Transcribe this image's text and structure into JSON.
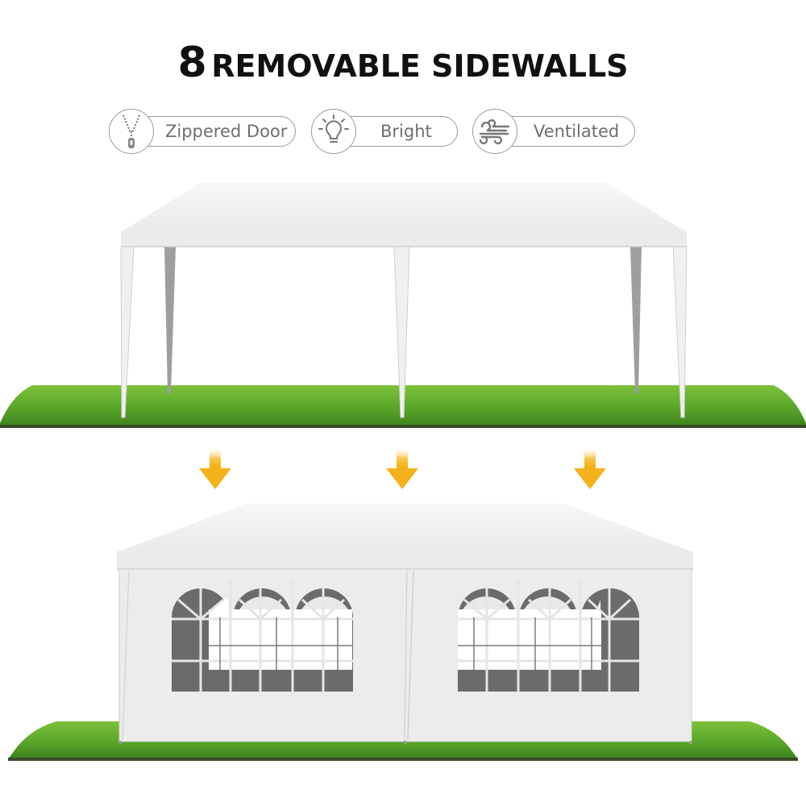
{
  "header": {
    "title_number": "8",
    "title_text": "REMOVABLE SIDEWALLS"
  },
  "features": [
    {
      "label": "Zippered Door",
      "icon": "zipper-icon"
    },
    {
      "label": "Bright",
      "icon": "lightbulb-icon"
    },
    {
      "label": "Ventilated",
      "icon": "wind-icon"
    }
  ],
  "scenes": [
    {
      "name": "tent-frame-without-sidewalls",
      "description": "Canopy tent with roof and 6 poles, no sidewalls, on grass"
    },
    {
      "name": "tent-with-sidewalls",
      "description": "Canopy tent with window sidewalls attached, on grass"
    }
  ],
  "arrows": {
    "count": 3,
    "color": "#f5b21c",
    "direction": "down"
  },
  "colors": {
    "title": "#111111",
    "badge_border": "#9a9a9a",
    "badge_text": "#6e6e6e",
    "canopy": "#f2f2f2",
    "sidewall": "#ececec",
    "window_dark": "#6b6b6b",
    "grass": "#5aa52a",
    "arrow": "#f5b21c"
  }
}
